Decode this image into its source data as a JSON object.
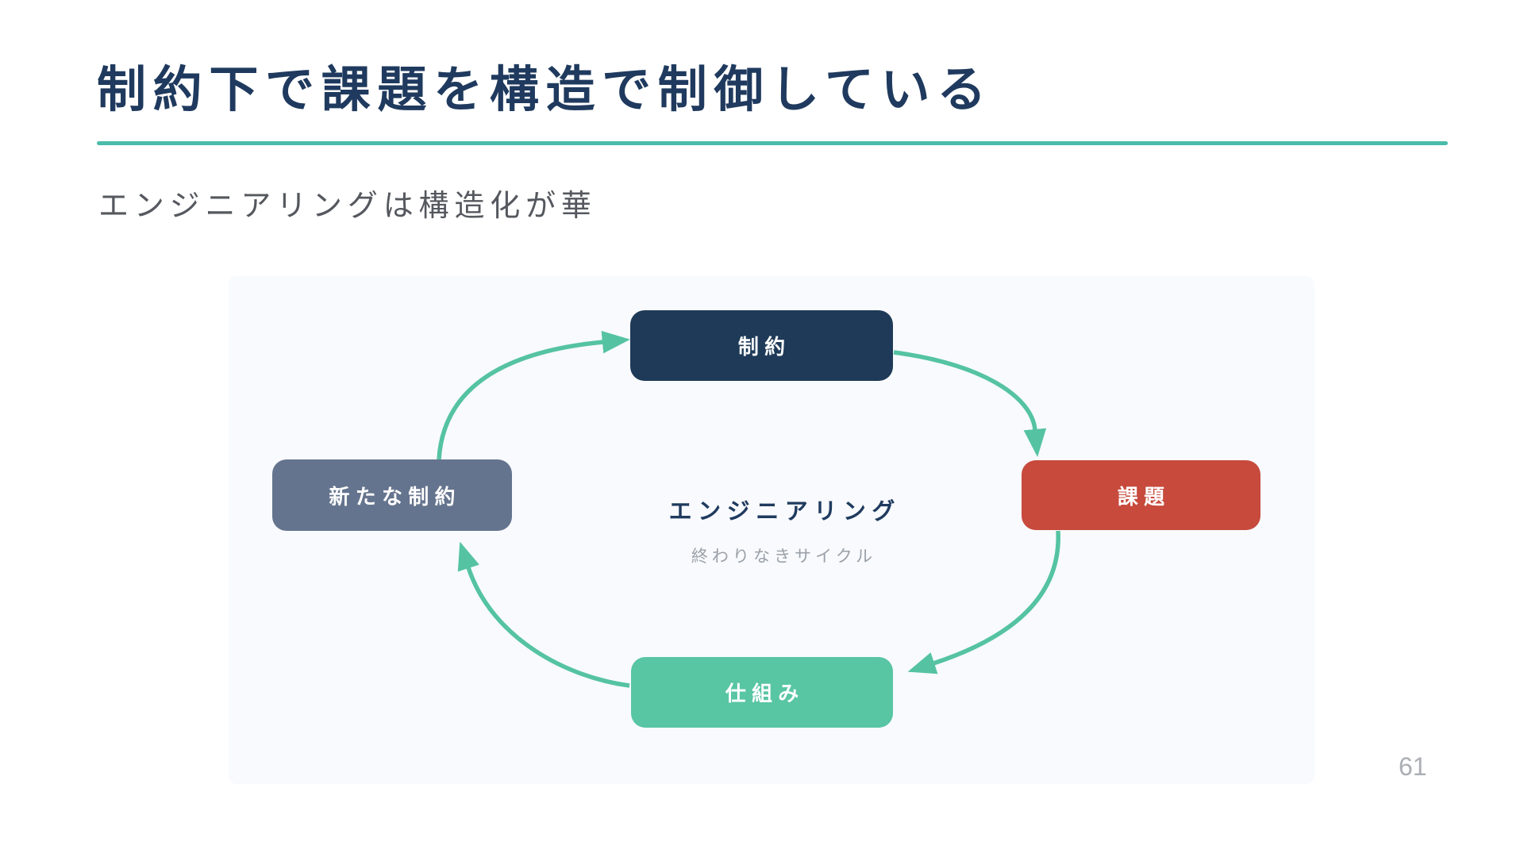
{
  "slide": {
    "title": "制約下で課題を構造で制御している",
    "subtitle": "エンジニアリングは構造化が華",
    "page_number": "61",
    "accent_color": "#4bbcaa",
    "title_color": "#1f3a5e"
  },
  "diagram": {
    "center": {
      "title": "エンジニアリング",
      "subtitle": "終わりなきサイクル"
    },
    "nodes": [
      {
        "id": "constraint",
        "label": "制約",
        "position": "top",
        "color": "#1e3a58"
      },
      {
        "id": "issue",
        "label": "課題",
        "position": "right",
        "color": "#c74a3c"
      },
      {
        "id": "mechanism",
        "label": "仕組み",
        "position": "bottom",
        "color": "#58c5a3"
      },
      {
        "id": "new-constraint",
        "label": "新たな制約",
        "position": "left",
        "color": "#65748e"
      }
    ],
    "arrow_color": "#55c3a2",
    "panel_background": "#f8fafd"
  }
}
